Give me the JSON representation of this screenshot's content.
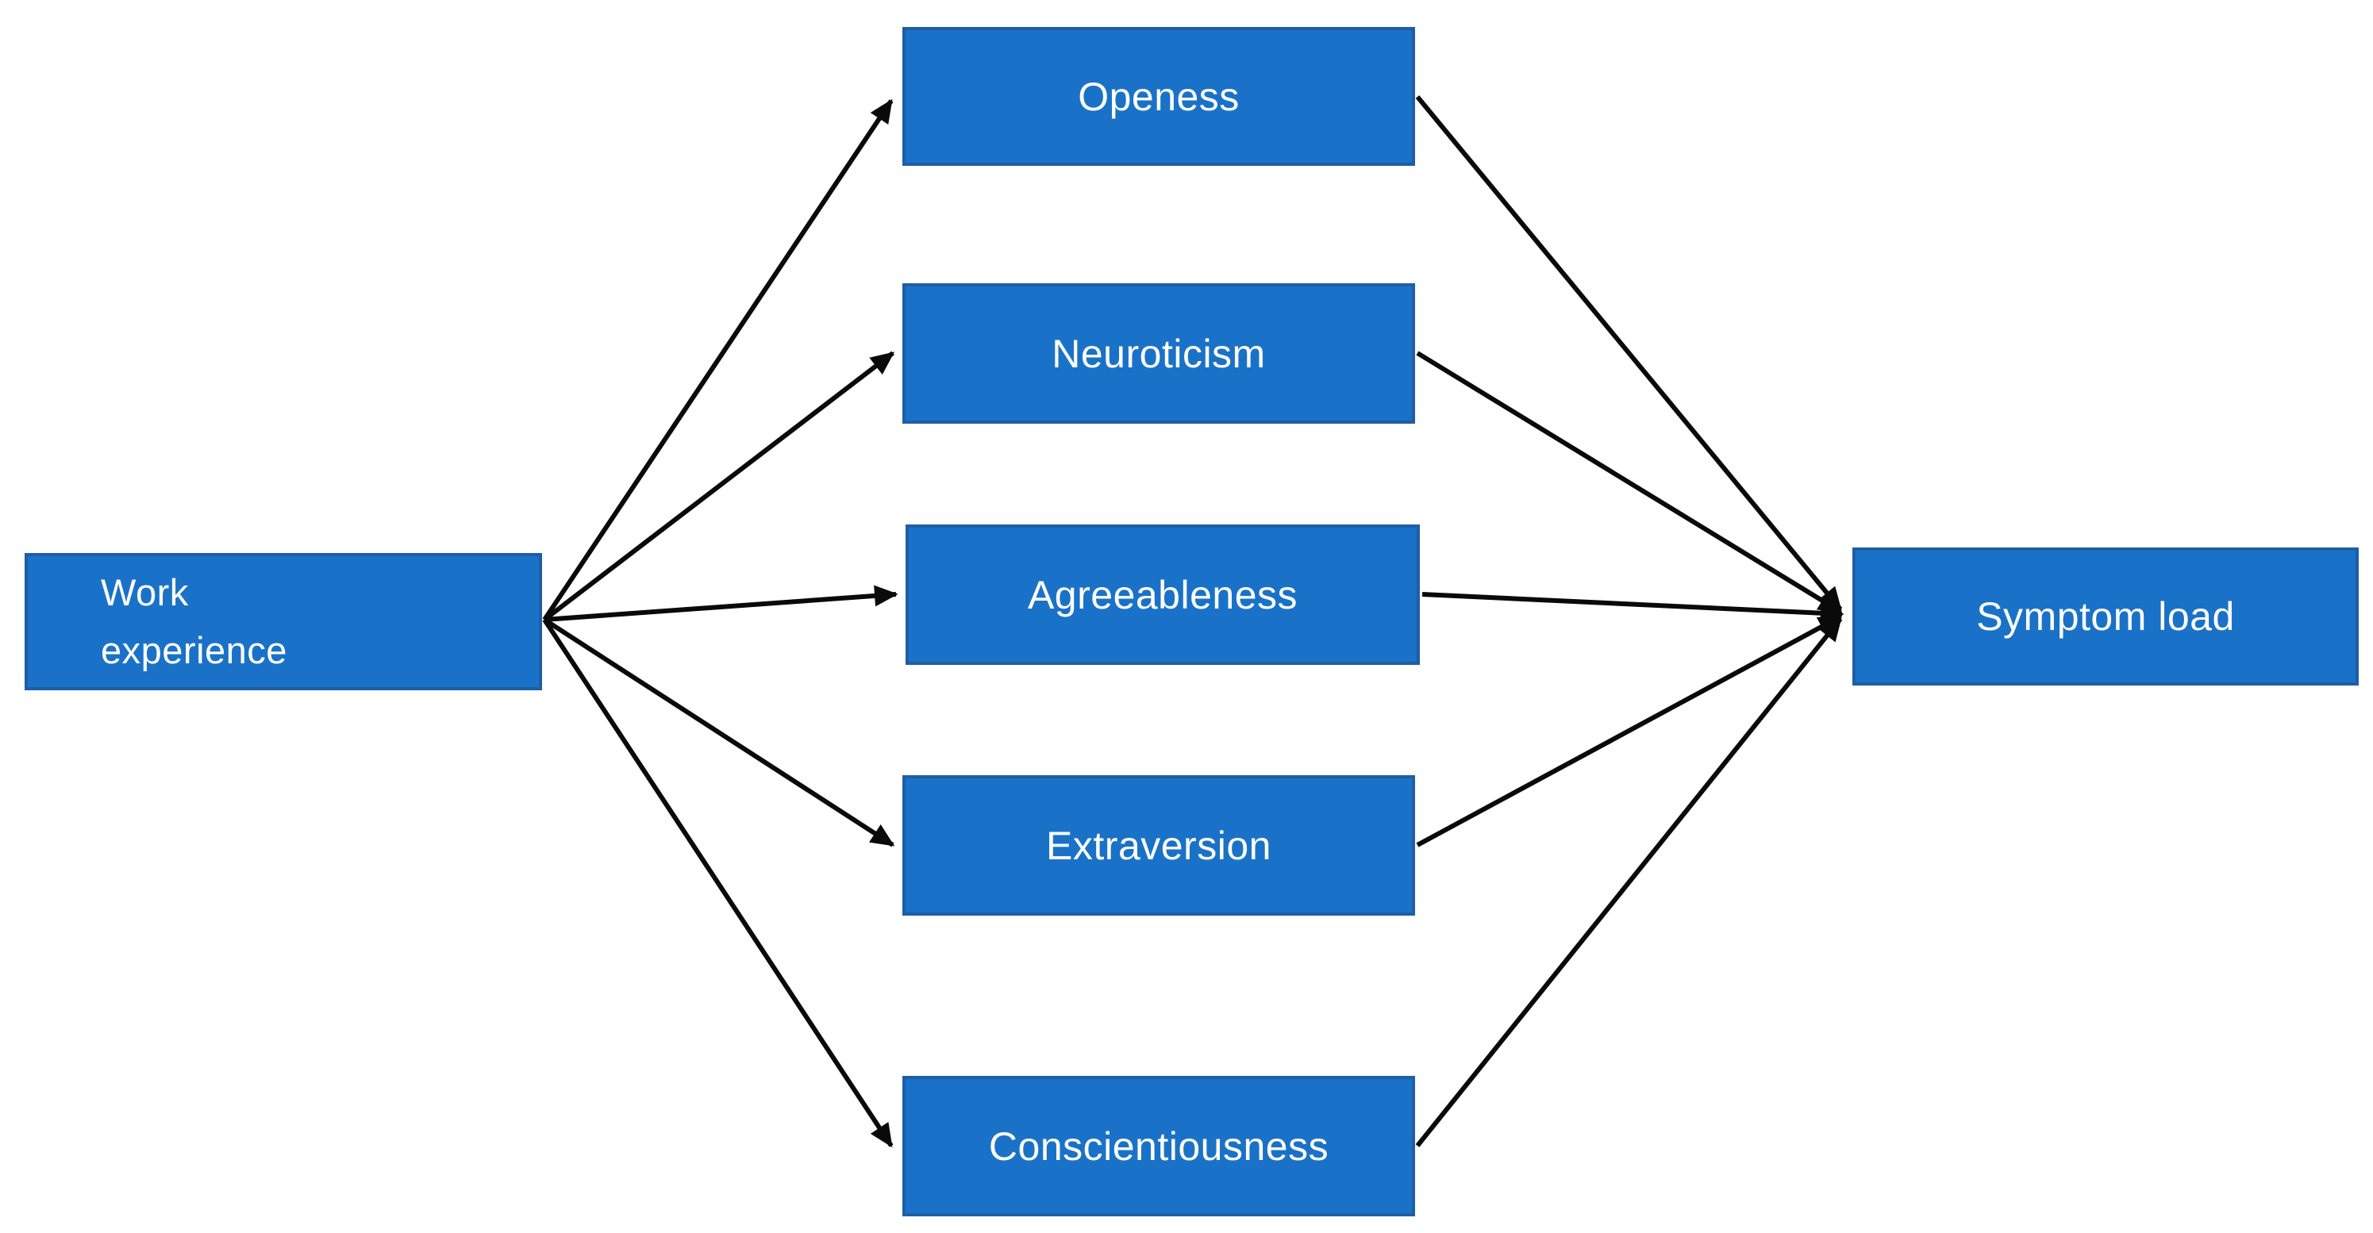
{
  "diagram": {
    "type": "path-model",
    "description": "Mediation path diagram: work experience predicts Big Five personality traits, which predict symptom load",
    "colors": {
      "box_fill": "#1a72c8",
      "box_border": "#1e5ea6",
      "arrow_color": "#0a0a0a",
      "text_color": "#ffffff",
      "background": "#ffffff"
    },
    "nodes": {
      "predictor": {
        "label": "Work experience"
      },
      "mediators": [
        {
          "label": "Openess"
        },
        {
          "label": "Neuroticism"
        },
        {
          "label": "Agreeableness"
        },
        {
          "label": "Extraversion"
        },
        {
          "label": "Conscientiousness"
        }
      ],
      "outcome": {
        "label": "Symptom load"
      }
    },
    "edges": [
      {
        "from": "Work experience",
        "to": "Openess"
      },
      {
        "from": "Work experience",
        "to": "Neuroticism"
      },
      {
        "from": "Work experience",
        "to": "Agreeableness"
      },
      {
        "from": "Work experience",
        "to": "Extraversion"
      },
      {
        "from": "Work experience",
        "to": "Conscientiousness"
      },
      {
        "from": "Openess",
        "to": "Symptom load"
      },
      {
        "from": "Neuroticism",
        "to": "Symptom load"
      },
      {
        "from": "Agreeableness",
        "to": "Symptom load"
      },
      {
        "from": "Extraversion",
        "to": "Symptom load"
      },
      {
        "from": "Conscientiousness",
        "to": "Symptom load"
      }
    ]
  }
}
